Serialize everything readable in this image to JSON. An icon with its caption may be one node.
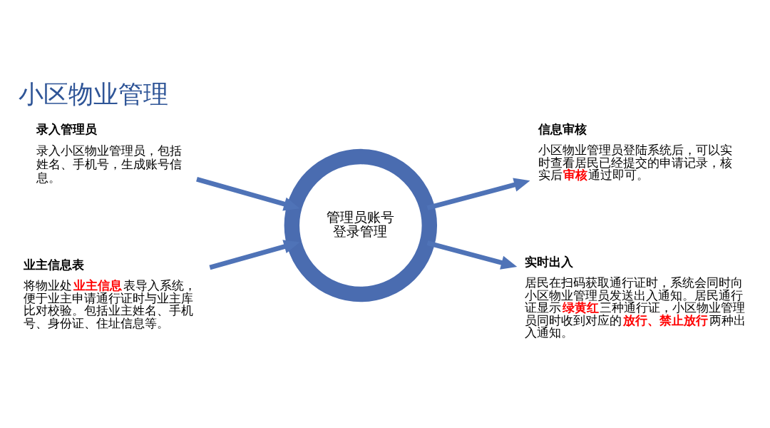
{
  "diagram": {
    "title": "小区物业管理",
    "nodes": [
      {
        "text": [
          "录入管理员",
          "录入小区物业管理员，包括姓名、手机号，生成账号信息。"
        ]
      },
      {
        "text": [
          "业主信息表",
          "将物业处**业主信息**表导入系统，便于业主申请通行证时与业主库比对校验。包括业主姓名、手机号、身份证、住址信息等。"
        ]
      },
      {
        "text": [
          "管理员账号登录管理"
        ]
      },
      {
        "text": [
          "信息审核",
          "小区物业管理员登陆系统后，可以实时查看居民已经提交的申请记录，核实后**审核**通过即可。"
        ]
      },
      {
        "text": [
          "实时出入",
          "居民在扫码获取通行证时，系统会同时向小区物业管理员发送出入通知。居民通行证显示**绿黄红**三种通行证，小区物业管理员同时收到对应的**放行、禁止放行**两种出入通知。"
        ]
      }
    ],
    "edges": [
      {
        "from": 0,
        "to": 2,
        "arrow": "to"
      },
      {
        "from": 1,
        "to": 2,
        "arrow": "to"
      },
      {
        "from": 2,
        "to": 3,
        "arrow": "to"
      },
      {
        "from": 2,
        "to": 4,
        "arrow": "to"
      }
    ]
  }
}
